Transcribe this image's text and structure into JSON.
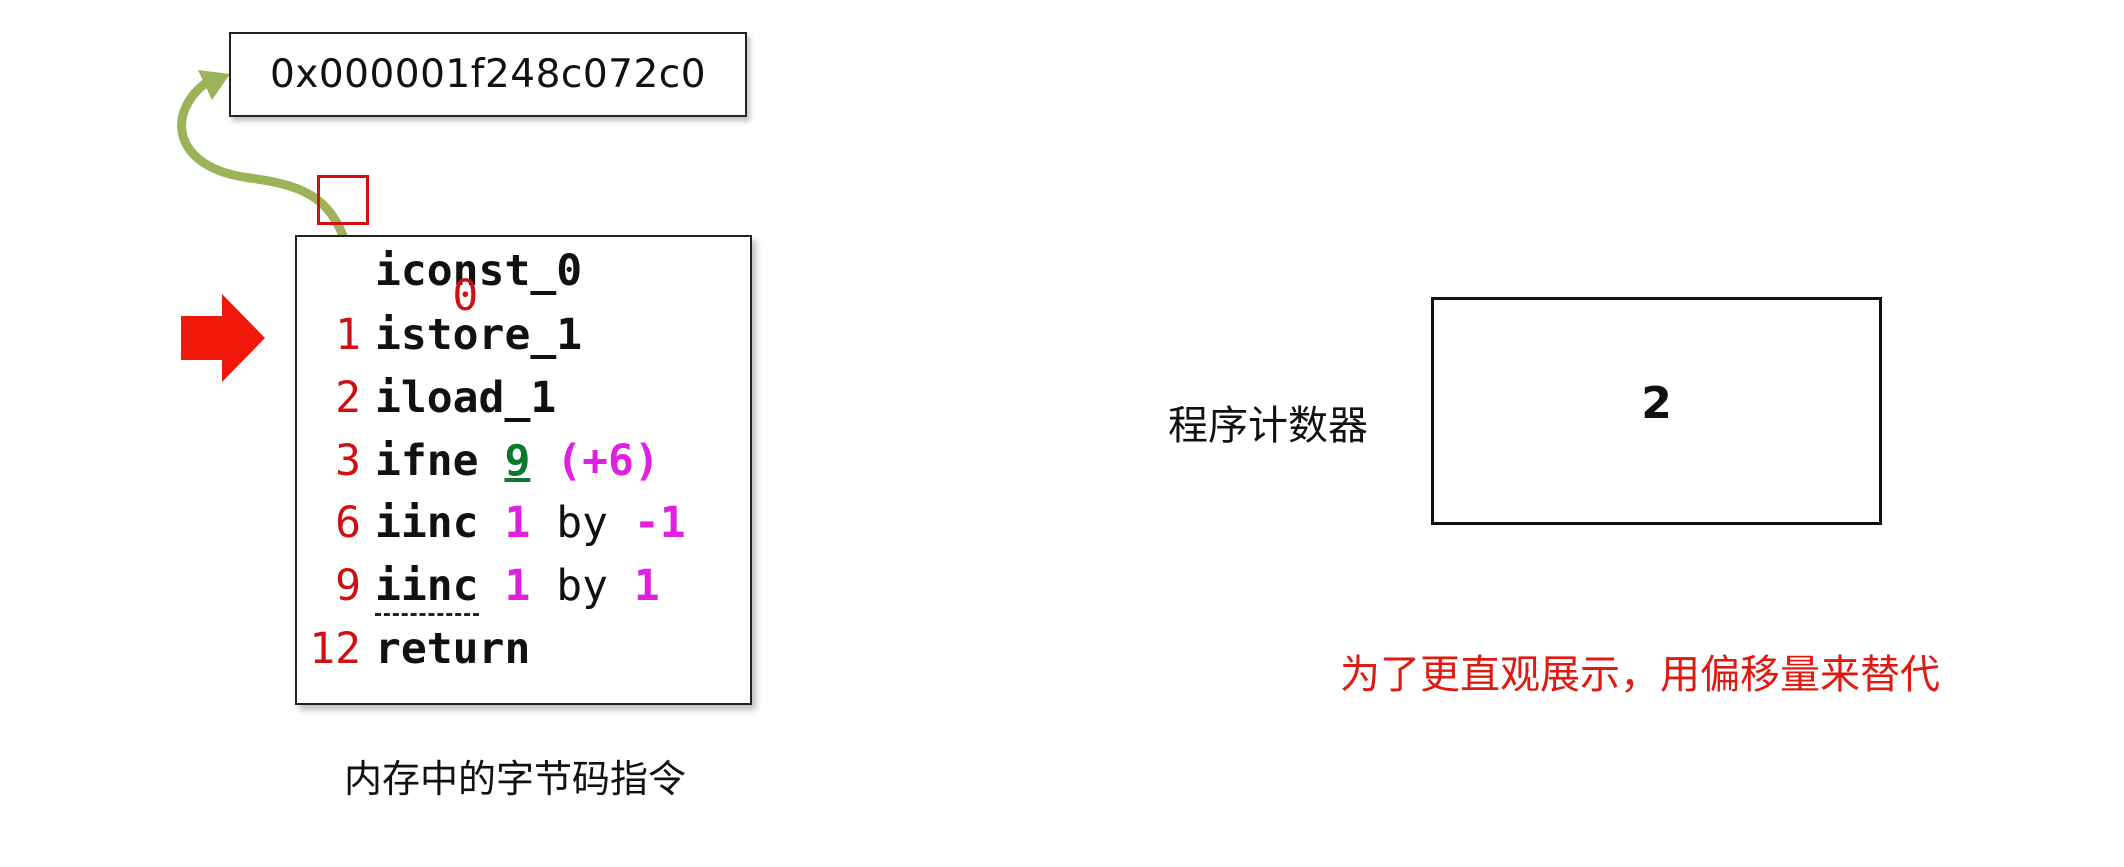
{
  "address": "0x000001f248c072c0",
  "code": {
    "lines": [
      {
        "index": "0",
        "op": "iconst_0"
      },
      {
        "index": "1",
        "op": "istore_1"
      },
      {
        "index": "2",
        "op": "iload_1"
      },
      {
        "index": "3",
        "op": "ifne",
        "arg1": "9",
        "arg2": "(+6)"
      },
      {
        "index": "6",
        "op": "iinc",
        "arg1": "1",
        "by": "by",
        "arg2": "-1"
      },
      {
        "index": "9",
        "op": "iinc",
        "arg1": "1",
        "by": "by",
        "arg2": "1"
      },
      {
        "index": "12",
        "op": "return"
      }
    ],
    "caption": "内存中的字节码指令",
    "highlighted_index": "0",
    "current_line_pointer": "1"
  },
  "program_counter": {
    "label": "程序计数器",
    "value": "2"
  },
  "note": "为了更直观展示，用偏移量来替代",
  "colors": {
    "index_red": "#d01010",
    "pointer_red": "#f01808",
    "arg_pink": "#e020e0",
    "arg_green": "#0a7a2a",
    "curve_green": "#9cb35a",
    "note_red": "#e01a10"
  }
}
